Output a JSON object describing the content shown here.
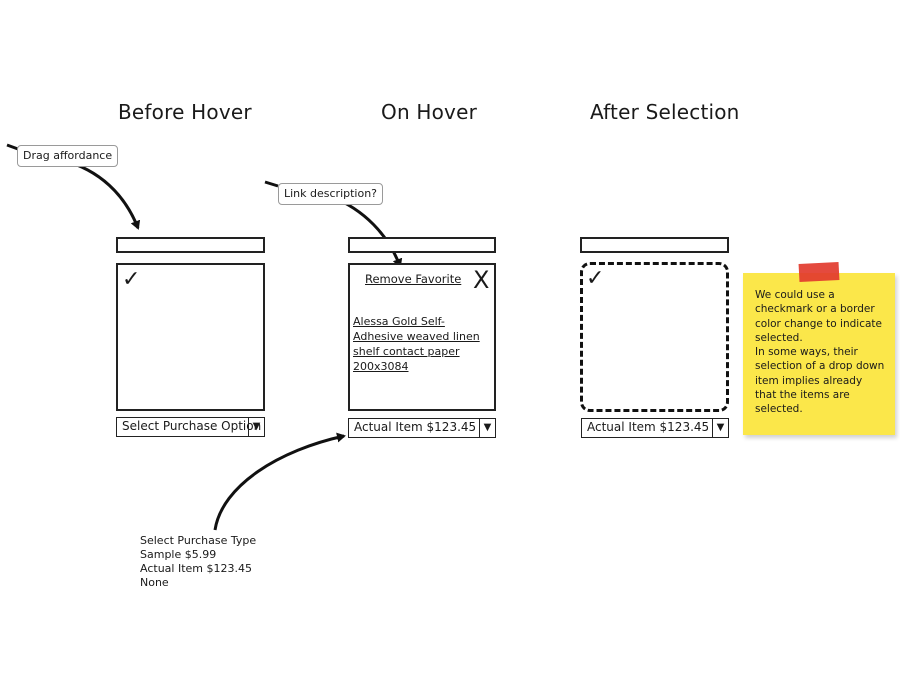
{
  "headings": {
    "before": "Before Hover",
    "on": "On Hover",
    "after": "After Selection"
  },
  "callouts": {
    "drag": "Drag affordance",
    "link": "Link description?"
  },
  "before_hover": {
    "check": "✓",
    "select_value": "Select Purchase Option"
  },
  "on_hover": {
    "remove_label": "Remove Favorite",
    "close_glyph": "X",
    "product_link": "Alessa Gold Self-Adhesive weaved linen shelf contact paper 200x3084",
    "select_value": "Actual Item $123.45"
  },
  "after_selection": {
    "check": "✓",
    "select_value": "Actual Item $123.45"
  },
  "dropdown_symbol": "▼",
  "purchase_types": [
    "Select Purchase Type",
    "Sample $5.99",
    "Actual Item $123.45",
    "None"
  ],
  "sticky_note": {
    "paragraph1": "We could use a checkmark or a border color change to indicate selected.",
    "paragraph2": "In some ways, their selection of a drop down item implies already that the items are selected."
  },
  "colors": {
    "sticky": "#fbe74a",
    "tape": "#e23b2e",
    "ink": "#1a1a1a"
  }
}
